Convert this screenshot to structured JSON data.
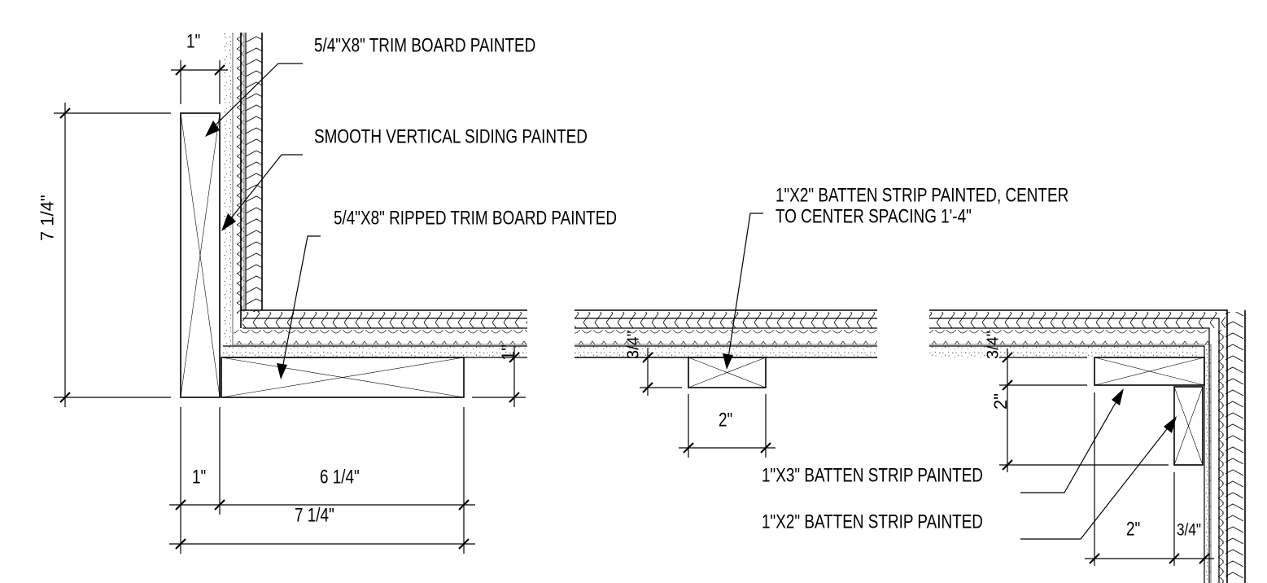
{
  "labels": {
    "trim_board": "5/4\"X8\" TRIM BOARD PAINTED",
    "vertical_siding": "SMOOTH VERTICAL SIDING PAINTED",
    "ripped_trim": "5/4\"X8\" RIPPED TRIM BOARD PAINTED",
    "batten_1x2_line1": "1\"X2\" BATTEN STRIP PAINTED, CENTER",
    "batten_1x2_line2": "TO CENTER SPACING 1'-4\"",
    "batten_1x3": "1\"X3\" BATTEN STRIP PAINTED",
    "batten_1x2": "1\"X2\" BATTEN STRIP PAINTED"
  },
  "dimensions": {
    "top_1in": "1\"",
    "height_7_1_4": "7 1/4\"",
    "bottom_1in": "1\"",
    "bottom_6_1_4": "6 1/4\"",
    "bottom_7_1_4": "7 1/4\"",
    "ripped_1in": "1\"",
    "batten_3_4": "3/4\"",
    "batten_2in": "2\"",
    "corner_3_4_vertical": "3/4\"",
    "corner_2in_vertical": "2\"",
    "corner_2in_horizontal": "2\"",
    "corner_3_4_horizontal": "3/4\""
  }
}
